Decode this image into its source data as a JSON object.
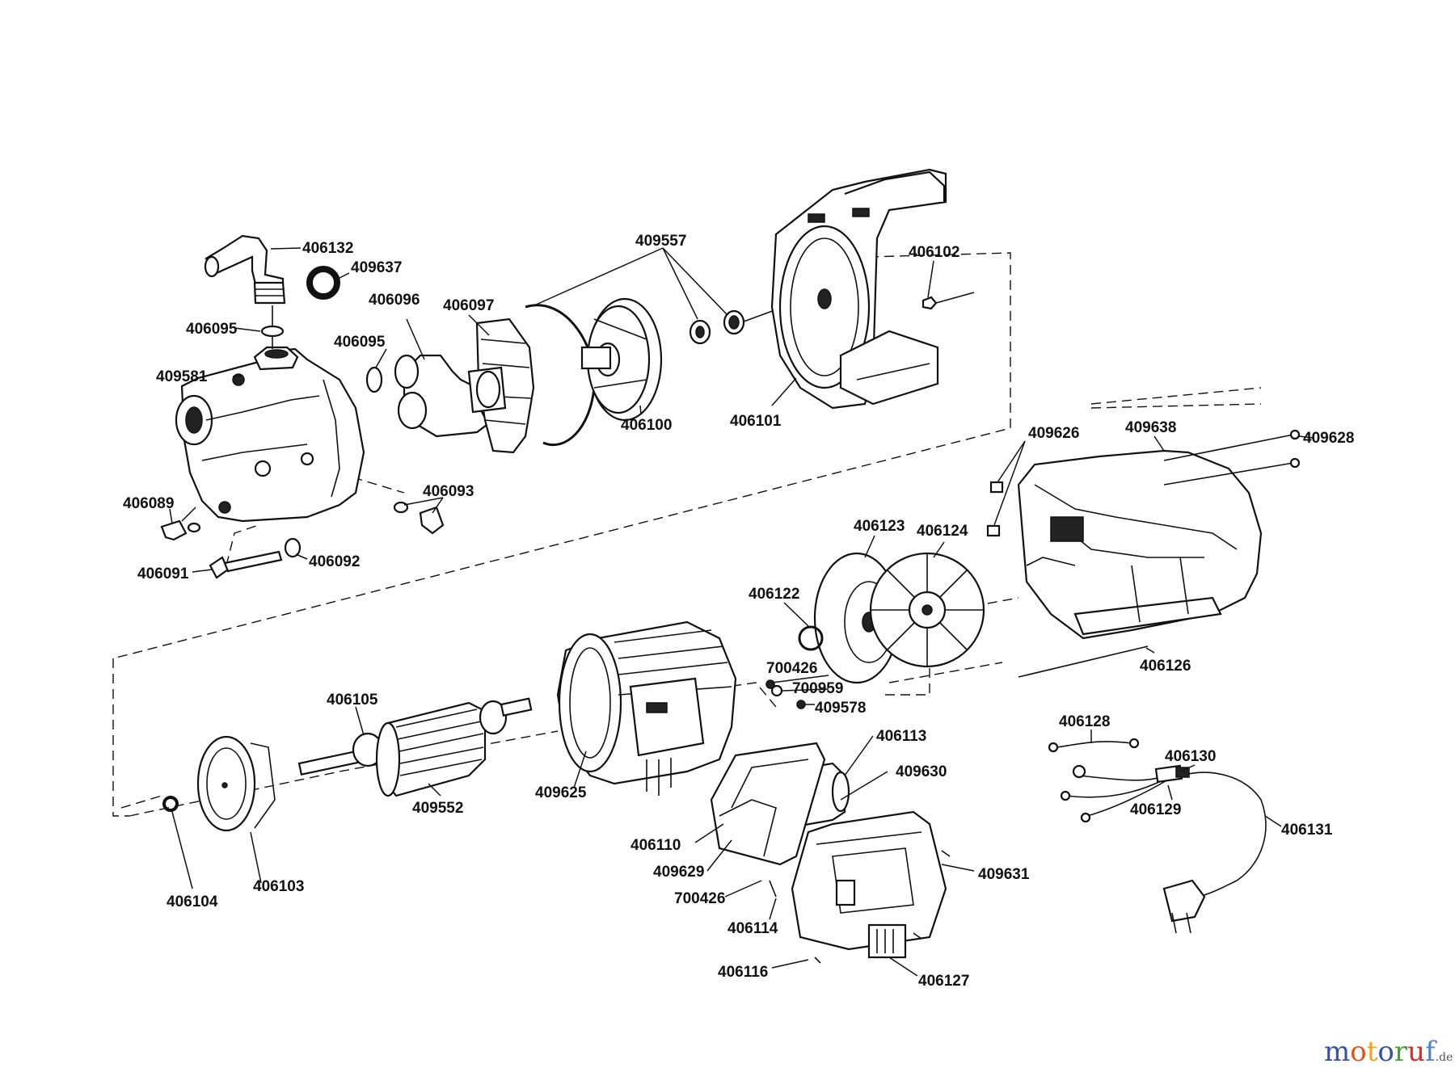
{
  "parts": {
    "p406132": "406132",
    "p409637": "409637",
    "p406096": "406096",
    "p406097": "406097",
    "p409557": "409557",
    "p406102": "406102",
    "p406095a": "406095",
    "p406095b": "406095",
    "p409581": "409581",
    "p406100": "406100",
    "p406101": "406101",
    "p409626": "409626",
    "p409638": "409638",
    "p409628": "409628",
    "p406089": "406089",
    "p406093": "406093",
    "p406091": "406091",
    "p406092": "406092",
    "p406123": "406123",
    "p406124": "406124",
    "p406122": "406122",
    "p700426a": "700426",
    "p700959": "700959",
    "p409578": "409578",
    "p406126": "406126",
    "p406105": "406105",
    "p406113": "406113",
    "p406128": "406128",
    "p409630": "409630",
    "p406130": "406130",
    "p409625": "409625",
    "p409552": "409552",
    "p406129": "406129",
    "p406110": "406110",
    "p406131": "406131",
    "p409629": "409629",
    "p409631": "409631",
    "p406103": "406103",
    "p700426b": "700426",
    "p406104": "406104",
    "p406114": "406114",
    "p406116": "406116",
    "p406127": "406127"
  },
  "watermark": {
    "brand": "motoruf",
    "suffix": ".de"
  },
  "colors": {
    "ink": "#111111",
    "paper": "#ffffff"
  }
}
